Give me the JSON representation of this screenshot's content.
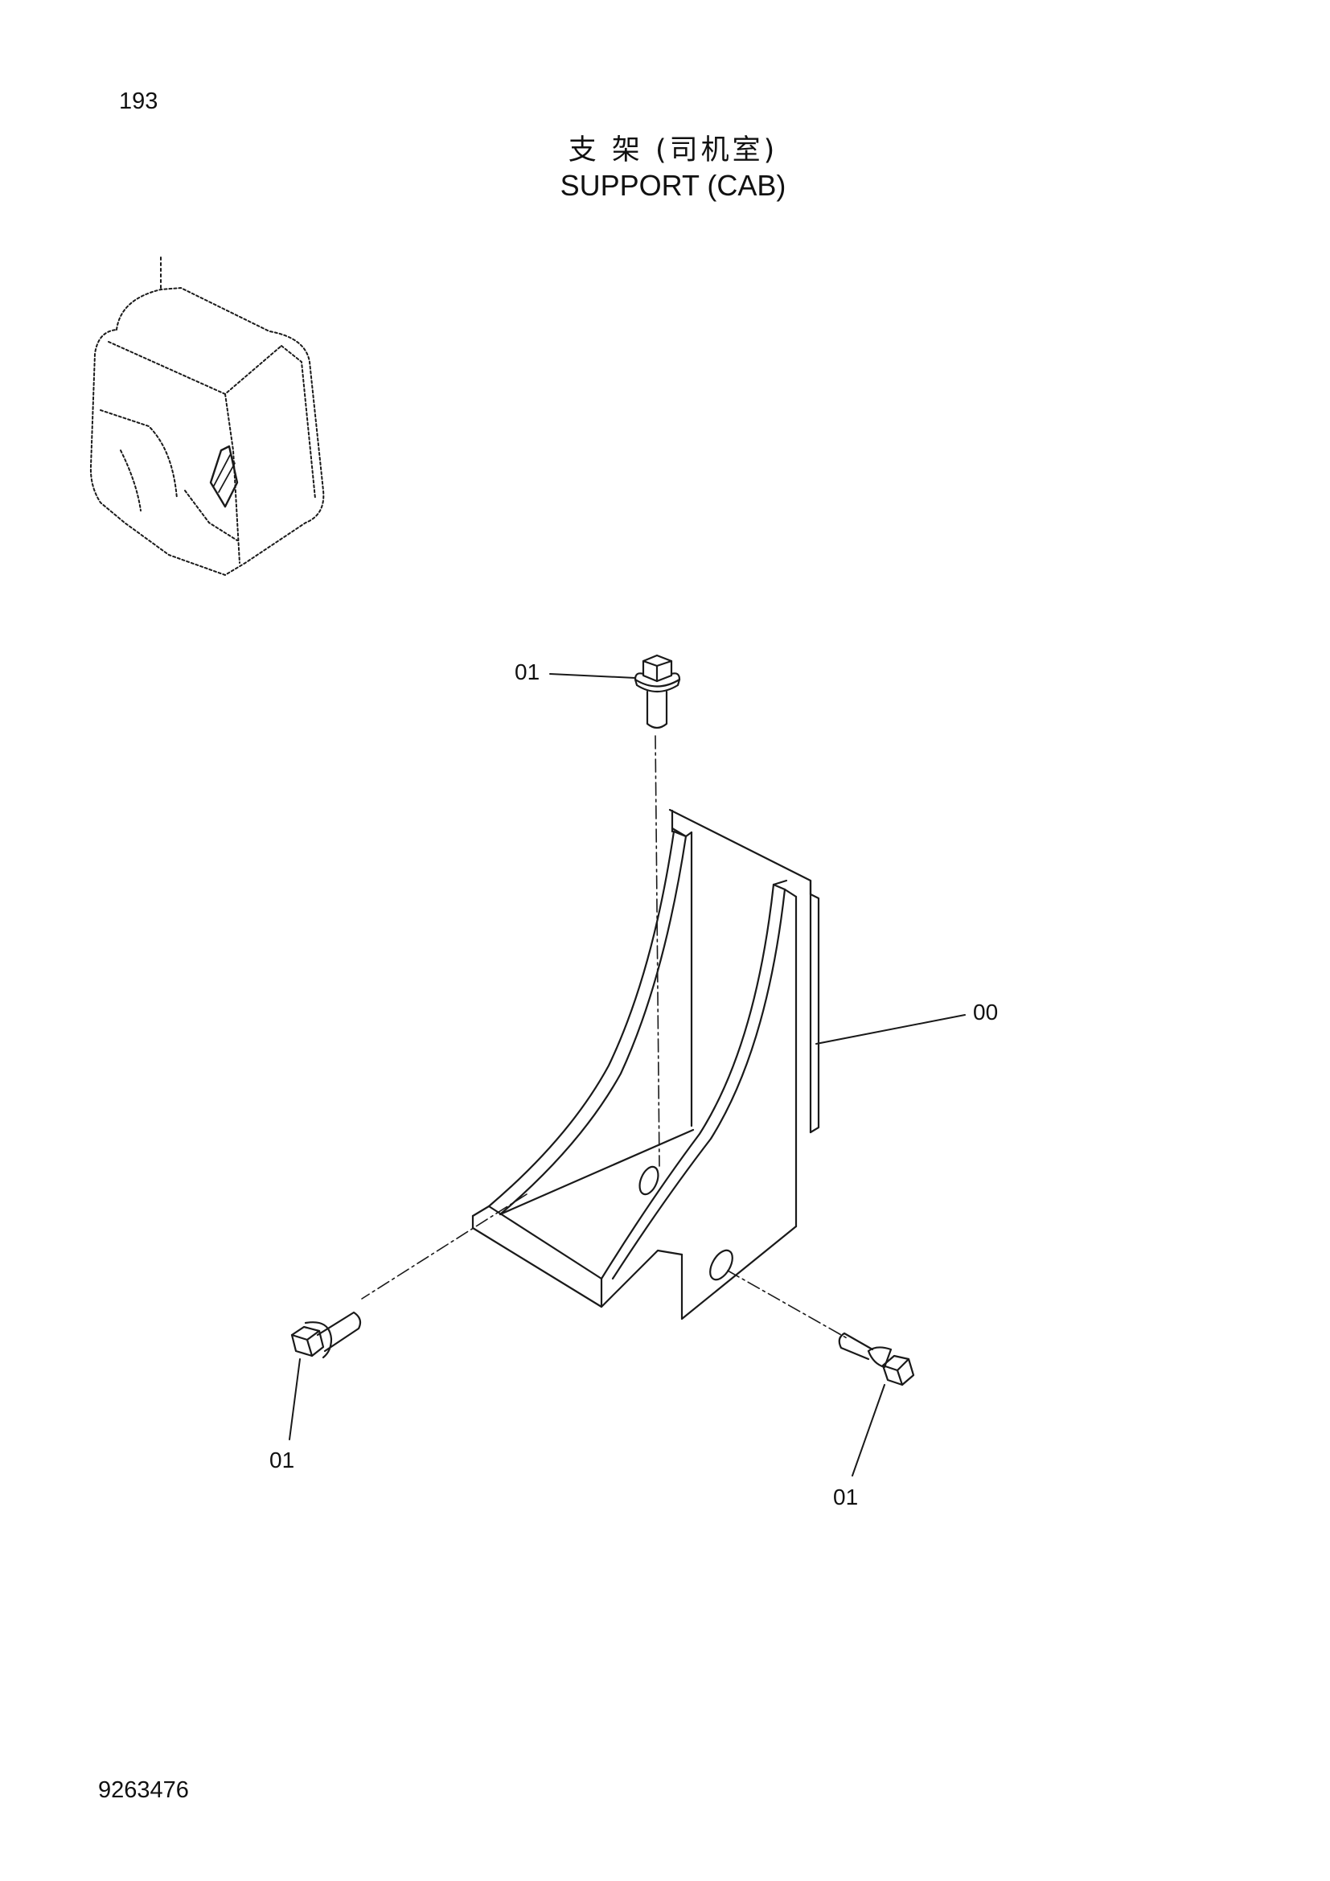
{
  "page": {
    "number": "193",
    "title_cn": "支 架 (司机室)",
    "title_en": "SUPPORT  (CAB)",
    "document_number": "9263476"
  },
  "callouts": {
    "bolt_top": "01",
    "bracket": "00",
    "bolt_left": "01",
    "bolt_right": "01"
  },
  "colors": {
    "line": "#1a1a1a",
    "background": "#ffffff"
  }
}
